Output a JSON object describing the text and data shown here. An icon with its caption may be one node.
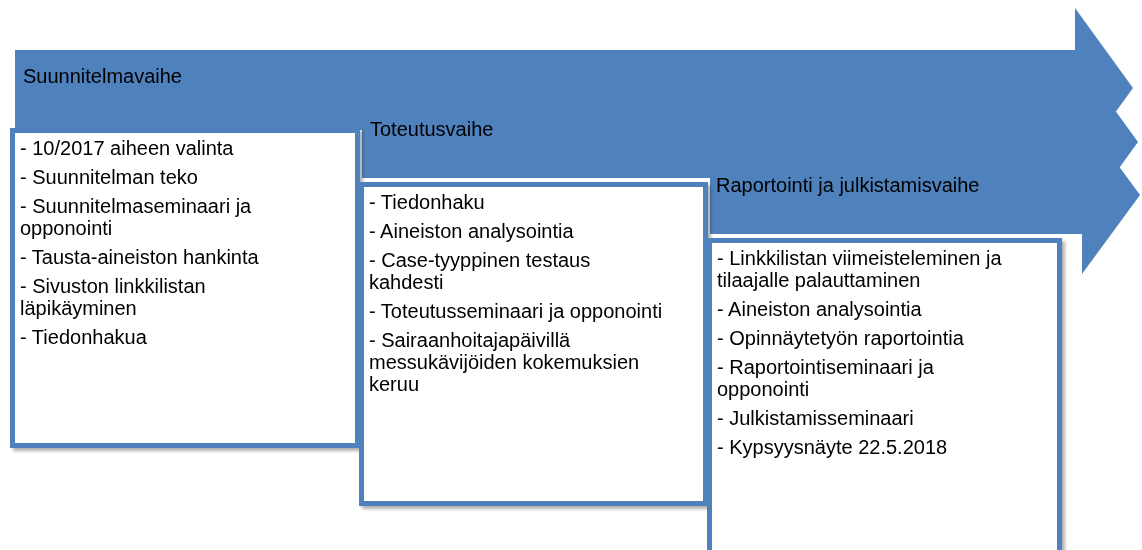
{
  "diagram": {
    "nodes": [
      {
        "text": [
          "Suunnitelmavaihe"
        ]
      },
      {
        "text": [
          "- 10/2017 aiheen valinta",
          "- Suunnitelman teko",
          "- Suunnitelmaseminaari ja opponointi",
          "- Tausta-aineiston hankinta",
          "- Sivuston linkkilistan läpikäyminen",
          "- Tiedonhakua"
        ]
      },
      {
        "text": [
          "Toteutusvaihe"
        ]
      },
      {
        "text": [
          "- Tiedonhaku",
          "- Aineiston analysointia",
          "- Case-tyyppinen testaus kahdesti",
          "- Toteutusseminaari ja opponointi",
          "- Sairaanhoitajapäivillä messukävijöiden kokemuksien keruu"
        ]
      },
      {
        "text": [
          "Raportointi ja julkistamisvaihe"
        ]
      },
      {
        "text": [
          "- Linkkilistan viimeisteleminen ja tilaajalle palauttaminen",
          "- Aineiston analysointia",
          "- Opinnäytetyön raportointia",
          "- Raportointiseminaari ja opponointi",
          "- Julkistamisseminaari",
          "- Kypsyysnäyte 22.5.2018"
        ]
      }
    ]
  }
}
